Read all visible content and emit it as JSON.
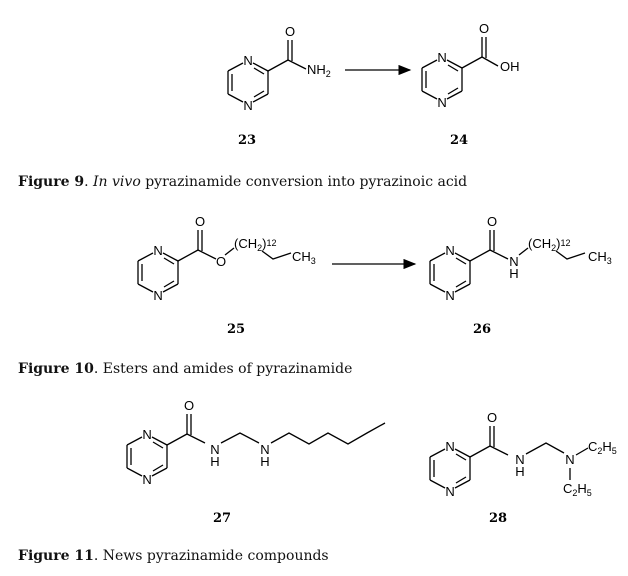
{
  "atoms": {
    "N": "N",
    "O": "O",
    "H": "H",
    "NH": "NH",
    "OH": "OH",
    "CH2_open": "(CH",
    "CH2_close": ")",
    "sub2": "2",
    "sub12": "12",
    "CH": "CH",
    "sub3": "3",
    "C": "C",
    "H5": "H",
    "sub5": "5"
  },
  "compounds": {
    "c23": "23",
    "c24": "24",
    "c25": "25",
    "c26": "26",
    "c27": "27",
    "c28": "28"
  },
  "figure9": {
    "label": "Figure 9",
    "sep": ".",
    "italic": " In vivo",
    "text": " pyrazinamide conversion into pyrazinoic acid"
  },
  "figure10": {
    "label": "Figure 10",
    "text": ". Esters and amides of pyrazinamide"
  },
  "figure11": {
    "label": "Figure 11",
    "text": ". News pyrazinamide compounds"
  }
}
